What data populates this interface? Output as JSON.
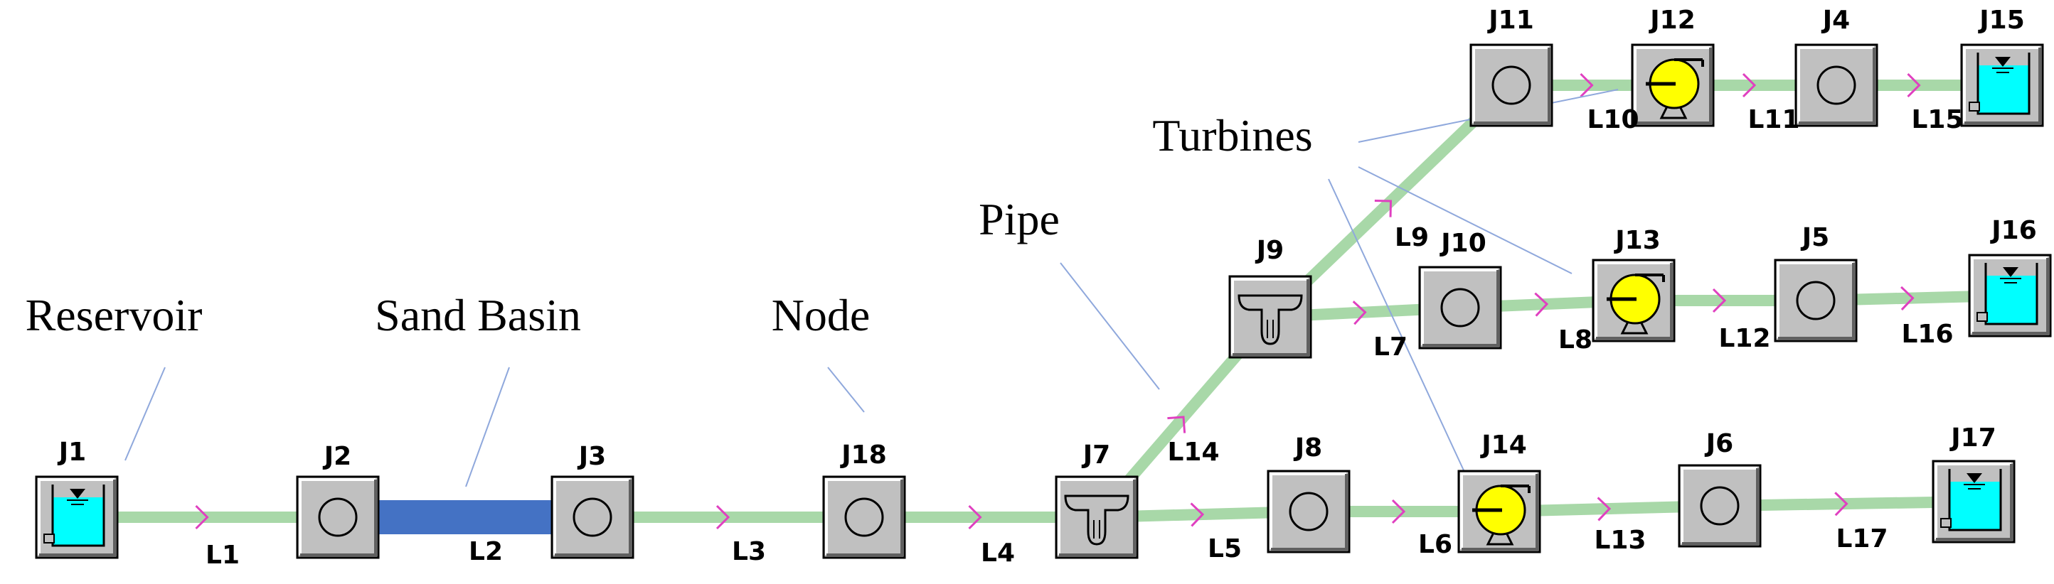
{
  "colors": {
    "pipe": "#a8d8a8",
    "pipe_dark": "#8cc28c",
    "basin": "#4472c4",
    "arrow": "#e040c0",
    "node_fill": "#c0c0c0",
    "water": "#00ffff",
    "turbine": "#ffff00",
    "leader": "#8fa8dc"
  },
  "annotations": [
    {
      "id": "reservoir",
      "text": "Reservoir"
    },
    {
      "id": "sand-basin",
      "text": "Sand Basin"
    },
    {
      "id": "node",
      "text": "Node"
    },
    {
      "id": "pipe",
      "text": "Pipe"
    },
    {
      "id": "turbines",
      "text": "Turbines"
    }
  ],
  "nodes": [
    {
      "id": "J1",
      "type": "reservoir"
    },
    {
      "id": "J2",
      "type": "junction"
    },
    {
      "id": "J3",
      "type": "junction"
    },
    {
      "id": "J18",
      "type": "junction"
    },
    {
      "id": "J7",
      "type": "tee"
    },
    {
      "id": "J8",
      "type": "junction"
    },
    {
      "id": "J14",
      "type": "turbine"
    },
    {
      "id": "J6",
      "type": "junction"
    },
    {
      "id": "J17",
      "type": "reservoir"
    },
    {
      "id": "J9",
      "type": "tee"
    },
    {
      "id": "J10",
      "type": "junction"
    },
    {
      "id": "J13",
      "type": "turbine"
    },
    {
      "id": "J5",
      "type": "junction"
    },
    {
      "id": "J16",
      "type": "reservoir"
    },
    {
      "id": "J11",
      "type": "junction"
    },
    {
      "id": "J12",
      "type": "turbine"
    },
    {
      "id": "J4",
      "type": "junction"
    },
    {
      "id": "J15",
      "type": "reservoir"
    }
  ],
  "links": [
    {
      "id": "L1",
      "type": "pipe"
    },
    {
      "id": "L2",
      "type": "sand-basin"
    },
    {
      "id": "L3",
      "type": "pipe"
    },
    {
      "id": "L4",
      "type": "pipe"
    },
    {
      "id": "L5",
      "type": "pipe"
    },
    {
      "id": "L6",
      "type": "pipe"
    },
    {
      "id": "L13",
      "type": "pipe"
    },
    {
      "id": "L17",
      "type": "pipe"
    },
    {
      "id": "L14",
      "type": "pipe"
    },
    {
      "id": "L7",
      "type": "pipe"
    },
    {
      "id": "L8",
      "type": "pipe"
    },
    {
      "id": "L12",
      "type": "pipe"
    },
    {
      "id": "L16",
      "type": "pipe"
    },
    {
      "id": "L9",
      "type": "pipe"
    },
    {
      "id": "L10",
      "type": "pipe"
    },
    {
      "id": "L11",
      "type": "pipe"
    },
    {
      "id": "L15",
      "type": "pipe"
    }
  ]
}
